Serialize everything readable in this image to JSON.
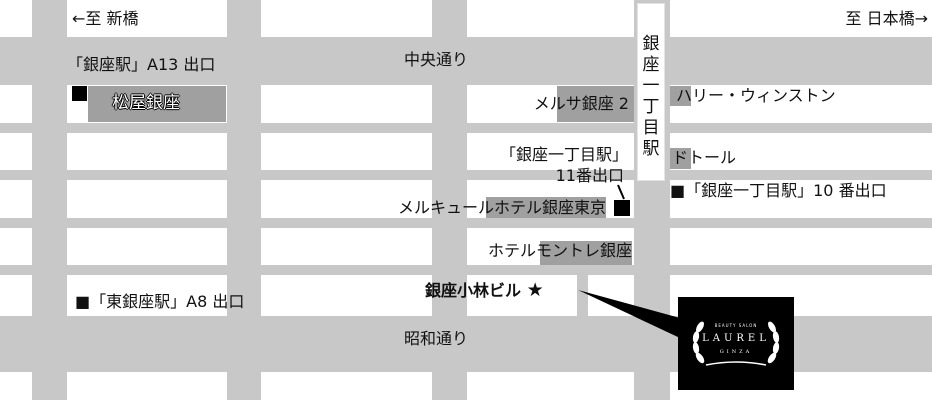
{
  "directions": {
    "left": "←至 新橋",
    "right": "至 日本橋→"
  },
  "streets": {
    "chuo": "中央通り",
    "showa": "昭和通り"
  },
  "station_vertical": [
    "銀",
    "座",
    "一",
    "丁",
    "目",
    "駅"
  ],
  "exits": {
    "ginza_a13": "「銀座駅」A13 出口",
    "ichome_11_line1": "「銀座一丁目駅」",
    "ichome_11_line2": "11番出口",
    "ichome_10": "■「銀座一丁目駅」10 番出口",
    "higashi_a8": "■「東銀座駅」A8 出口"
  },
  "landmarks": {
    "matsuya": "松屋銀座",
    "melsa": "メルサ銀座 2",
    "harry": "ハリー・ウィンストン",
    "doutor": "ドトール",
    "mercure": "メルキュールホテル銀座東京",
    "monterey": "ホテルモントレ銀座"
  },
  "destination": {
    "label": "銀座小林ビル",
    "star": "★"
  },
  "logo": {
    "tagline": "BEAUTY SALON",
    "name": "LAUREL",
    "sub": "GINZA"
  }
}
